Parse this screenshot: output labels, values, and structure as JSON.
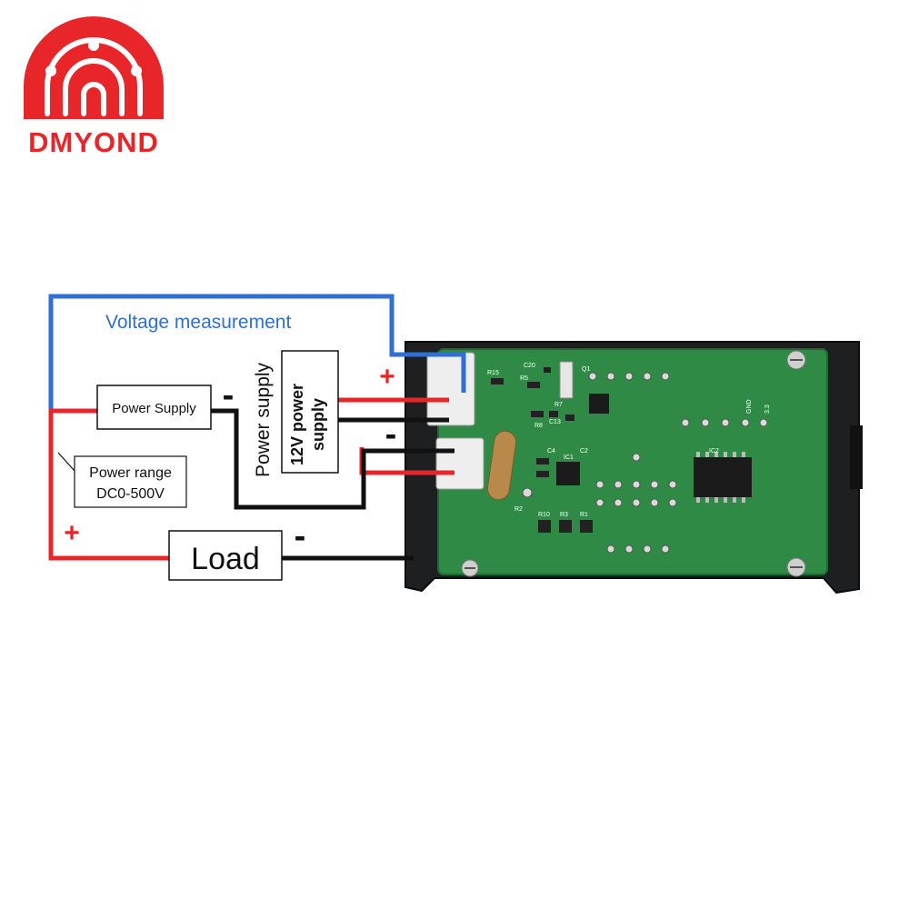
{
  "brand": {
    "name": "DMYOND",
    "color": "#e8262a"
  },
  "wiring": {
    "voltage_label": "Voltage measurement",
    "power_supply_box": "Power Supply",
    "power_range_line1": "Power range",
    "power_range_line2": "DC0-500V",
    "load_label": "Load",
    "aux_supply_label": "Power supply",
    "aux_box_line1": "12V power",
    "aux_box_line2": "supply",
    "plus_sign": "+",
    "minus_sign": "-",
    "colors": {
      "blue_wire": "#2f6fd6",
      "red_wire": "#e8262a",
      "black_wire": "#111111",
      "label_blue": "#2f6fd6"
    }
  },
  "board": {
    "silkscreen": {
      "r15": "R15",
      "c20": "C20",
      "r5": "R5",
      "q1": "Q1",
      "r7": "R7",
      "c13": "C13",
      "r8": "R8",
      "c2": "C2",
      "c4": "C4",
      "ic1": "IC1",
      "r2": "R2",
      "r10": "R10",
      "r3": "R3",
      "r1": "R1",
      "ic2": "IC2",
      "gnd": "GND",
      "v33": "3.3"
    }
  }
}
